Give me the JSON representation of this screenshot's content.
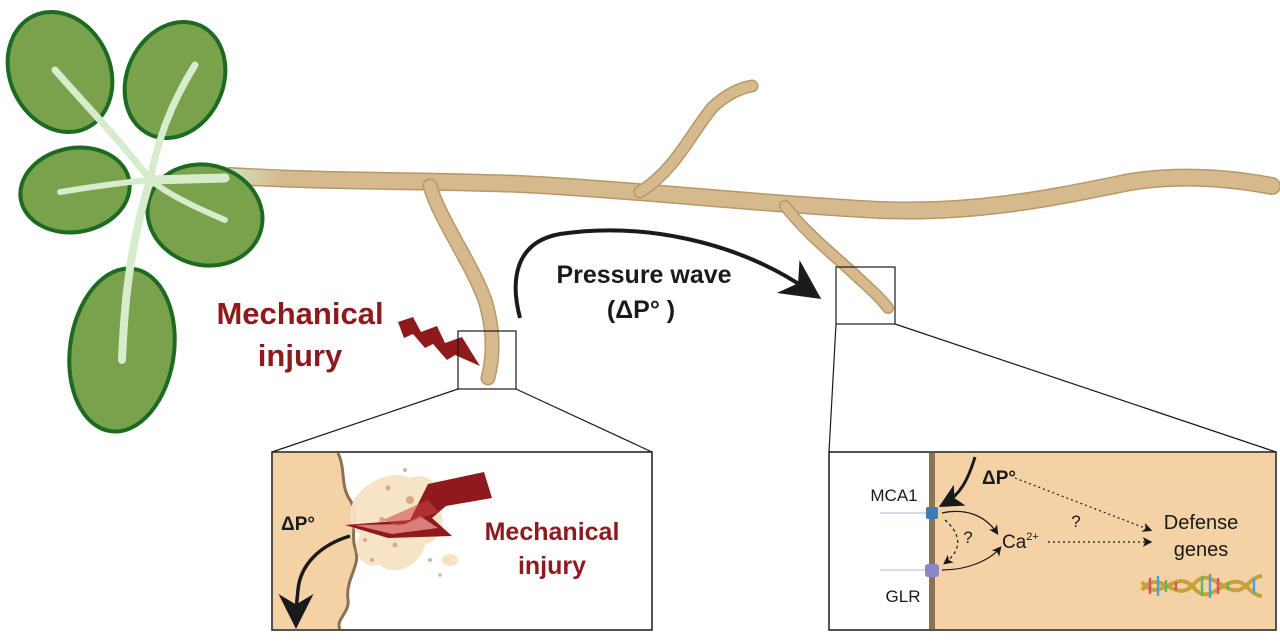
{
  "labels": {
    "mechanical_injury_line1": "Mechanical",
    "mechanical_injury_line2": "injury",
    "pressure_wave_line1": "Pressure wave",
    "pressure_wave_line2": "(ΔP° )",
    "inset_left_delta_p": "ΔP°",
    "inset_left_injury_line1": "Mechanical",
    "inset_left_injury_line2": "injury",
    "inset_right_delta_p": "ΔP°",
    "mca1": "MCA1",
    "glr": "GLR",
    "ca_base": "Ca",
    "ca_superscript": "2+",
    "question_1": "?",
    "question_2": "?",
    "defense_line1": "Defense",
    "defense_line2": "genes"
  },
  "colors": {
    "leaf_fill": "#79a24c",
    "leaf_outline": "#1d6b22",
    "vein": "#d6eccd",
    "root": "#d6b98d",
    "root_outline": "#b89868",
    "injury_red": "#8f1a1e",
    "tissue": "#f4d2a5",
    "dark_text": "#1a1a1a",
    "membrane": "#8a7253",
    "mca1_channel": "#3d7bbf",
    "glr_channel": "#8d86c4"
  },
  "icons": [
    "lightning-bolt-icon",
    "dna-helix-icon"
  ]
}
